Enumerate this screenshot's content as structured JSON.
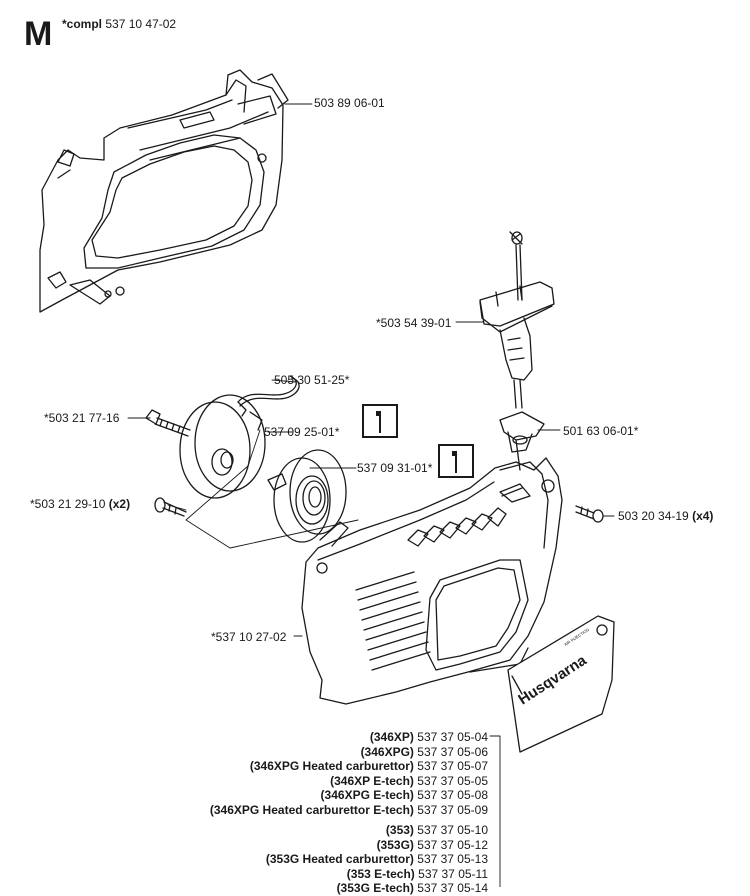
{
  "section": {
    "letter": "M",
    "compl_prefix": "*compl",
    "compl_number": "537 10 47-02"
  },
  "parts": {
    "top_cover": "503 89 06-01",
    "handle": "*503 54 39-01",
    "spring_label": "505 30 51-25*",
    "screw_left": "*503 21 77-16",
    "pulley": "537 09 25-01*",
    "spring_cassette": "537 09 31-01*",
    "screw_small": "*503 21 29-10",
    "screw_small_qty": "(x2)",
    "eyelet": "501 63 06-01*",
    "screw_right": "503 20 34-19",
    "screw_right_qty": "(x4)",
    "starter_cover": "*537 10 27-02"
  },
  "decal": {
    "brand": "Husqvarna",
    "small_text": "AIR INJECTION"
  },
  "variants": [
    {
      "name": "(346XP)",
      "number": "537 37 05-04"
    },
    {
      "name": "(346XPG)",
      "number": "537 37 05-06"
    },
    {
      "name": "(346XPG Heated carburettor)",
      "number": "537 37 05-07"
    },
    {
      "name": "(346XP E-tech)",
      "number": "537 37 05-05"
    },
    {
      "name": "(346XPG E-tech)",
      "number": "537 37 05-08"
    },
    {
      "name": "(346XPG Heated carburettor E-tech)",
      "number": "537 37 05-09"
    },
    {
      "name": "(353)",
      "number": "537 37 05-10"
    },
    {
      "name": "(353G)",
      "number": "537 37 05-12"
    },
    {
      "name": "(353G Heated carburettor)",
      "number": "537 37 05-13"
    },
    {
      "name": "(353 E-tech)",
      "number": "537 37 05-11"
    },
    {
      "name": "(353G E-tech)",
      "number": "537 37 05-14"
    }
  ]
}
